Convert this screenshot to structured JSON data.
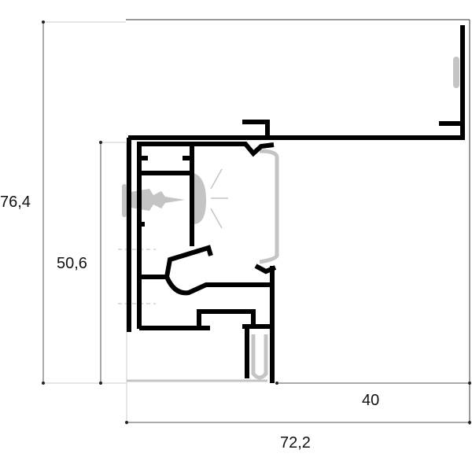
{
  "dimensions": {
    "total_height": "76,4",
    "profile_height": "50,6",
    "inner_width": "40",
    "total_width": "72,2"
  },
  "colors": {
    "profile": "#000000",
    "gasket": "#c4c4c4",
    "dimension_line": "#555555"
  }
}
